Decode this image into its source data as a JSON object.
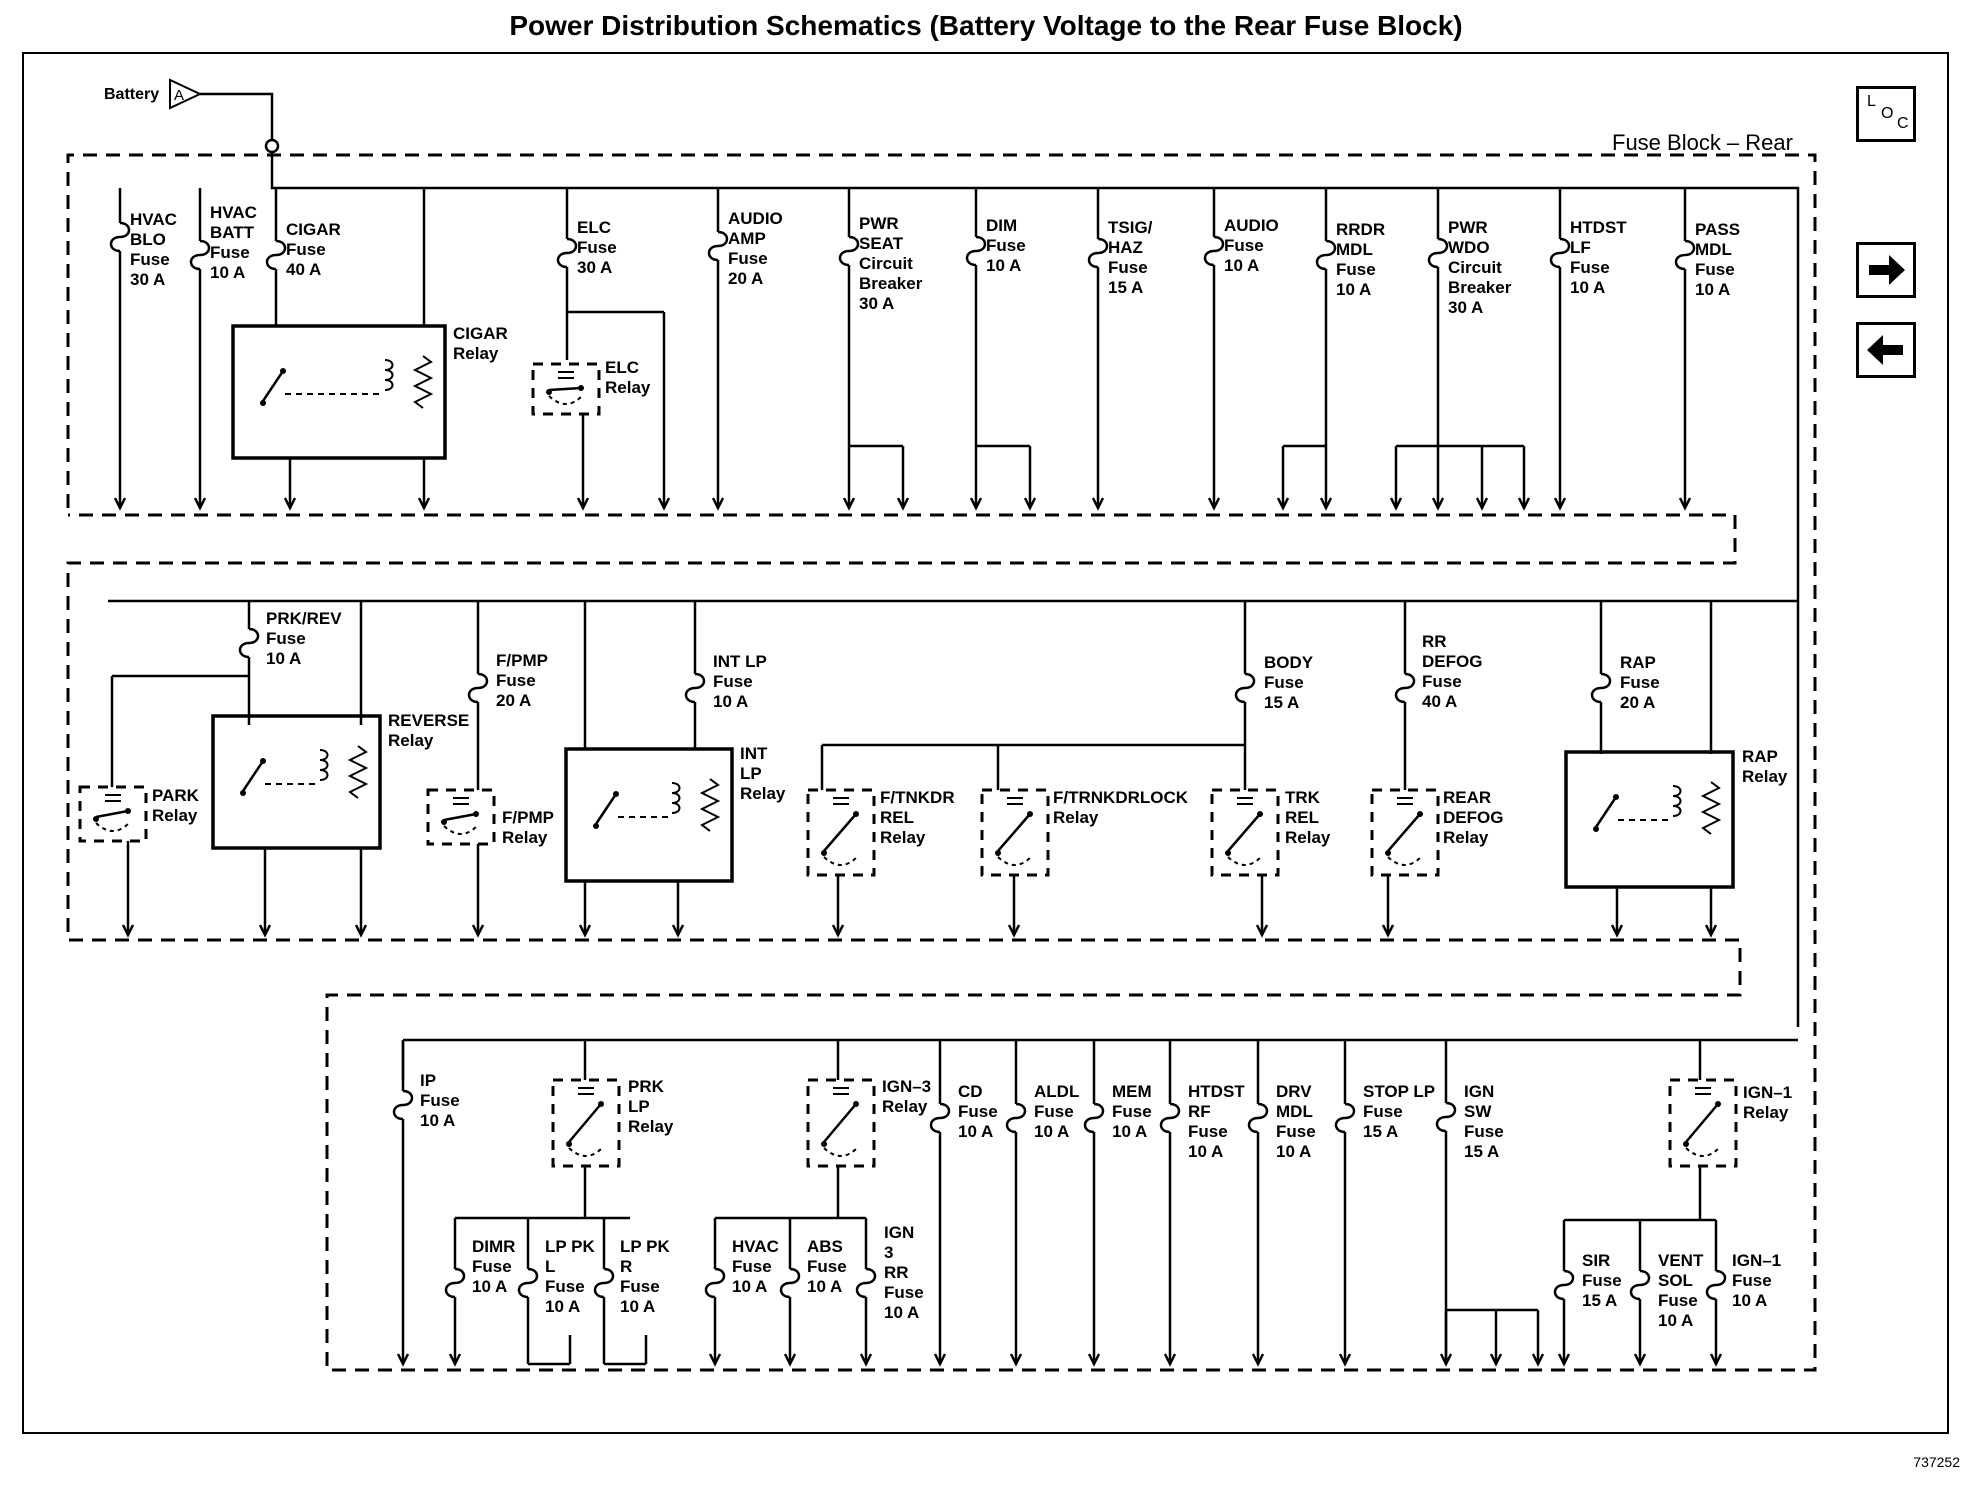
{
  "title": "Power Distribution Schematics (Battery Voltage to the Rear Fuse Block)",
  "figure_id": "737252",
  "block_label": "Fuse Block – Rear",
  "battery": {
    "label": "Battery",
    "connector": "A"
  },
  "loc_button": {
    "l": "L",
    "o": "O",
    "c": "C"
  },
  "nav": {
    "next": "next-arrow",
    "prev": "prev-arrow"
  },
  "row1_fuses": [
    {
      "id": "hvac-blo",
      "lines": [
        "HVAC",
        "BLO",
        "Fuse",
        "30 A"
      ]
    },
    {
      "id": "hvac-batt",
      "lines": [
        "HVAC",
        "BATT",
        "Fuse",
        "10 A"
      ]
    },
    {
      "id": "cigar",
      "lines": [
        "CIGAR",
        "Fuse",
        "40 A"
      ]
    },
    {
      "id": "elc",
      "lines": [
        "ELC",
        "Fuse",
        "30 A"
      ]
    },
    {
      "id": "audio-amp",
      "lines": [
        "AUDIO",
        "AMP",
        "Fuse",
        "20 A"
      ]
    },
    {
      "id": "pwr-seat",
      "lines": [
        "PWR",
        "SEAT",
        "Circuit",
        "Breaker",
        "30 A"
      ]
    },
    {
      "id": "dim",
      "lines": [
        "DIM",
        "Fuse",
        "10 A"
      ]
    },
    {
      "id": "tsig-haz",
      "lines": [
        "TSIG/",
        "HAZ",
        "Fuse",
        "15 A"
      ]
    },
    {
      "id": "audio",
      "lines": [
        "AUDIO",
        "Fuse",
        "10 A"
      ]
    },
    {
      "id": "rrdr-mdl",
      "lines": [
        "RRDR",
        "MDL",
        "Fuse",
        "10 A"
      ]
    },
    {
      "id": "pwr-wdo",
      "lines": [
        "PWR",
        "WDO",
        "Circuit",
        "Breaker",
        "30 A"
      ]
    },
    {
      "id": "htdst-lf",
      "lines": [
        "HTDST",
        "LF",
        "Fuse",
        "10 A"
      ]
    },
    {
      "id": "pass-mdl",
      "lines": [
        "PASS",
        "MDL",
        "Fuse",
        "10 A"
      ]
    }
  ],
  "row1_relays": [
    {
      "id": "cigar-relay",
      "lines": [
        "CIGAR",
        "Relay"
      ]
    },
    {
      "id": "elc-relay",
      "lines": [
        "ELC",
        "Relay"
      ]
    }
  ],
  "row2_fuses": [
    {
      "id": "prk-rev",
      "lines": [
        "PRK/REV",
        "Fuse",
        "10 A"
      ]
    },
    {
      "id": "f-pmp",
      "lines": [
        "F/PMP",
        "Fuse",
        "20 A"
      ]
    },
    {
      "id": "int-lp",
      "lines": [
        "INT LP",
        "Fuse",
        "10 A"
      ]
    },
    {
      "id": "body",
      "lines": [
        "BODY",
        "Fuse",
        "15 A"
      ]
    },
    {
      "id": "rr-defog",
      "lines": [
        "RR",
        "DEFOG",
        "Fuse",
        "40 A"
      ]
    },
    {
      "id": "rap",
      "lines": [
        "RAP",
        "Fuse",
        "20 A"
      ]
    }
  ],
  "row2_relays": [
    {
      "id": "park-relay",
      "lines": [
        "PARK",
        "Relay"
      ]
    },
    {
      "id": "reverse-relay",
      "lines": [
        "REVERSE",
        "Relay"
      ]
    },
    {
      "id": "f-pmp-relay",
      "lines": [
        "F/PMP",
        "Relay"
      ]
    },
    {
      "id": "int-lp-relay",
      "lines": [
        "INT",
        "LP",
        "Relay"
      ]
    },
    {
      "id": "f-tnkdr-rel-relay",
      "lines": [
        "F/TNKDR",
        "REL",
        "Relay"
      ]
    },
    {
      "id": "f-trnkdrlock-relay",
      "lines": [
        "F/TRNKDRLOCK",
        "Relay"
      ]
    },
    {
      "id": "trk-rel-relay",
      "lines": [
        "TRK",
        "REL",
        "Relay"
      ]
    },
    {
      "id": "rear-defog-relay",
      "lines": [
        "REAR",
        "DEFOG",
        "Relay"
      ]
    },
    {
      "id": "rap-relay",
      "lines": [
        "RAP",
        "Relay"
      ]
    }
  ],
  "row3_fuses": [
    {
      "id": "ip",
      "lines": [
        "IP",
        "Fuse",
        "10 A"
      ]
    },
    {
      "id": "cd",
      "lines": [
        "CD",
        "Fuse",
        "10 A"
      ]
    },
    {
      "id": "aldl",
      "lines": [
        "ALDL",
        "Fuse",
        "10 A"
      ]
    },
    {
      "id": "mem",
      "lines": [
        "MEM",
        "Fuse",
        "10 A"
      ]
    },
    {
      "id": "htdst-rf",
      "lines": [
        "HTDST",
        "RF",
        "Fuse",
        "10 A"
      ]
    },
    {
      "id": "drv-mdl",
      "lines": [
        "DRV",
        "MDL",
        "Fuse",
        "10 A"
      ]
    },
    {
      "id": "stop-lp",
      "lines": [
        "STOP LP",
        "Fuse",
        "15 A"
      ]
    },
    {
      "id": "ign-sw",
      "lines": [
        "IGN",
        "SW",
        "Fuse",
        "15 A"
      ]
    },
    {
      "id": "dimr",
      "lines": [
        "DIMR",
        "Fuse",
        "10 A"
      ]
    },
    {
      "id": "lp-pk-l",
      "lines": [
        "LP PK",
        "L",
        "Fuse",
        "10 A"
      ]
    },
    {
      "id": "lp-pk-r",
      "lines": [
        "LP PK",
        "R",
        "Fuse",
        "10 A"
      ]
    },
    {
      "id": "hvac",
      "lines": [
        "HVAC",
        "Fuse",
        "10 A"
      ]
    },
    {
      "id": "abs",
      "lines": [
        "ABS",
        "Fuse",
        "10 A"
      ]
    },
    {
      "id": "ign-3-rr",
      "lines": [
        "IGN",
        "3",
        "RR",
        "Fuse",
        "10 A"
      ]
    },
    {
      "id": "sir",
      "lines": [
        "SIR",
        "Fuse",
        "15 A"
      ]
    },
    {
      "id": "vent-sol",
      "lines": [
        "VENT",
        "SOL",
        "Fuse",
        "10 A"
      ]
    },
    {
      "id": "ign-1",
      "lines": [
        "IGN–1",
        "Fuse",
        "10 A"
      ]
    }
  ],
  "row3_relays": [
    {
      "id": "prk-lp-relay",
      "lines": [
        "PRK",
        "LP",
        "Relay"
      ]
    },
    {
      "id": "ign-3-relay",
      "lines": [
        "IGN–3",
        "Relay"
      ]
    },
    {
      "id": "ign-1-relay",
      "lines": [
        "IGN–1",
        "Relay"
      ]
    }
  ]
}
